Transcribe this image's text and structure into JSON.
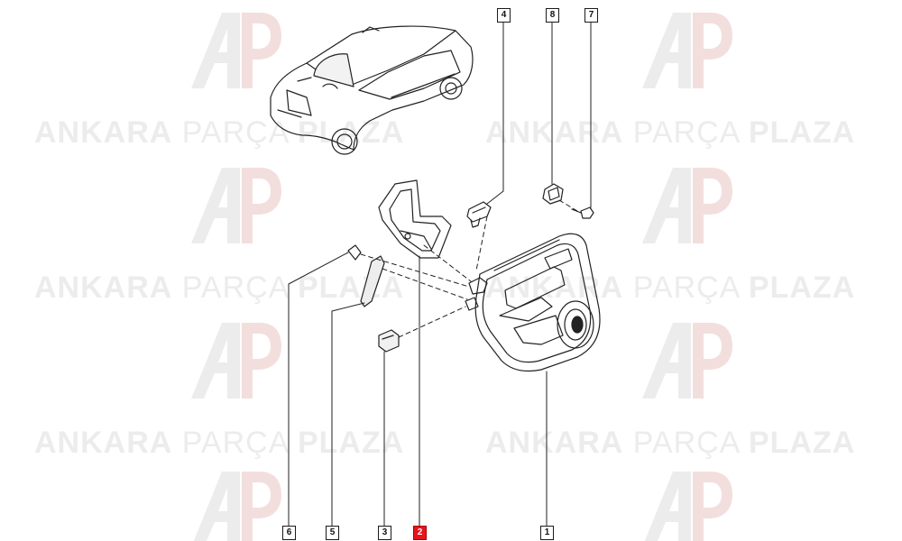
{
  "watermark": {
    "part1": "ANKARA",
    "part2": "PARÇA",
    "part3": "PLAZA",
    "color": "#ececec",
    "logo_color": "#ececec",
    "logo_accent": "#f3dede"
  },
  "callouts": [
    {
      "label": "4",
      "highlighted": false
    },
    {
      "label": "8",
      "highlighted": false
    },
    {
      "label": "7",
      "highlighted": false
    },
    {
      "label": "6",
      "highlighted": false
    },
    {
      "label": "5",
      "highlighted": false
    },
    {
      "label": "3",
      "highlighted": false
    },
    {
      "label": "2",
      "highlighted": true
    },
    {
      "label": "1",
      "highlighted": false
    }
  ],
  "colors": {
    "line": "#222222",
    "highlight": "#e8141c"
  }
}
